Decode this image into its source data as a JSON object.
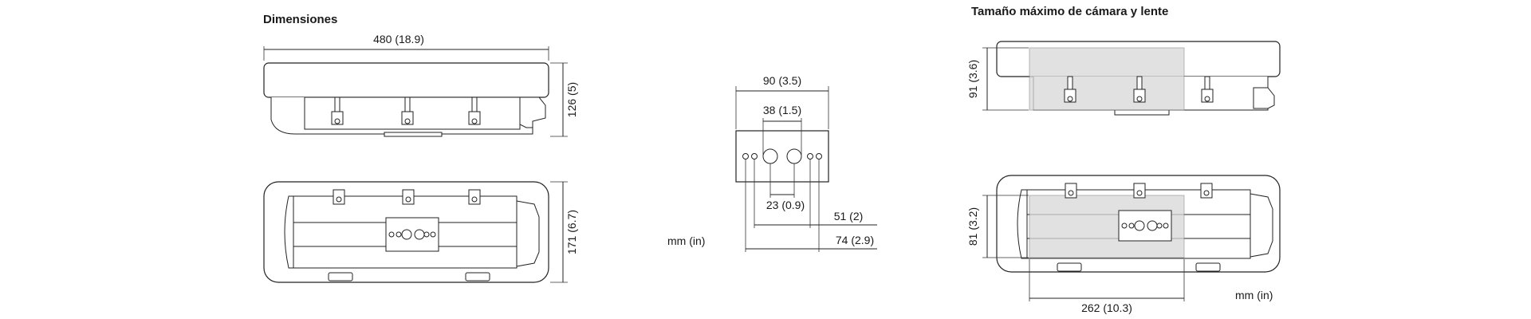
{
  "headings": {
    "dimensions": "Dimensiones",
    "max_camera": "Tamaño máximo de cámara y lente"
  },
  "dimension_labels": {
    "housing_length": "480 (18.9)",
    "housing_height": "126 (5)",
    "housing_width": "171 (6.7)",
    "plate_width": "90 (3.5)",
    "hole_spacing": "38 (1.5)",
    "hole_offset": "23 (0.9)",
    "offset_51": "51 (2)",
    "offset_74": "74 (2.9)",
    "camera_height": "91 (3.6)",
    "camera_width": "81 (3.2)",
    "camera_length": "262 (10.3)"
  },
  "units": {
    "center": "mm (in)",
    "right": "mm (in)"
  },
  "colors": {
    "line": "#222222",
    "camera_area": "#d8d8d8",
    "background": "#ffffff"
  }
}
